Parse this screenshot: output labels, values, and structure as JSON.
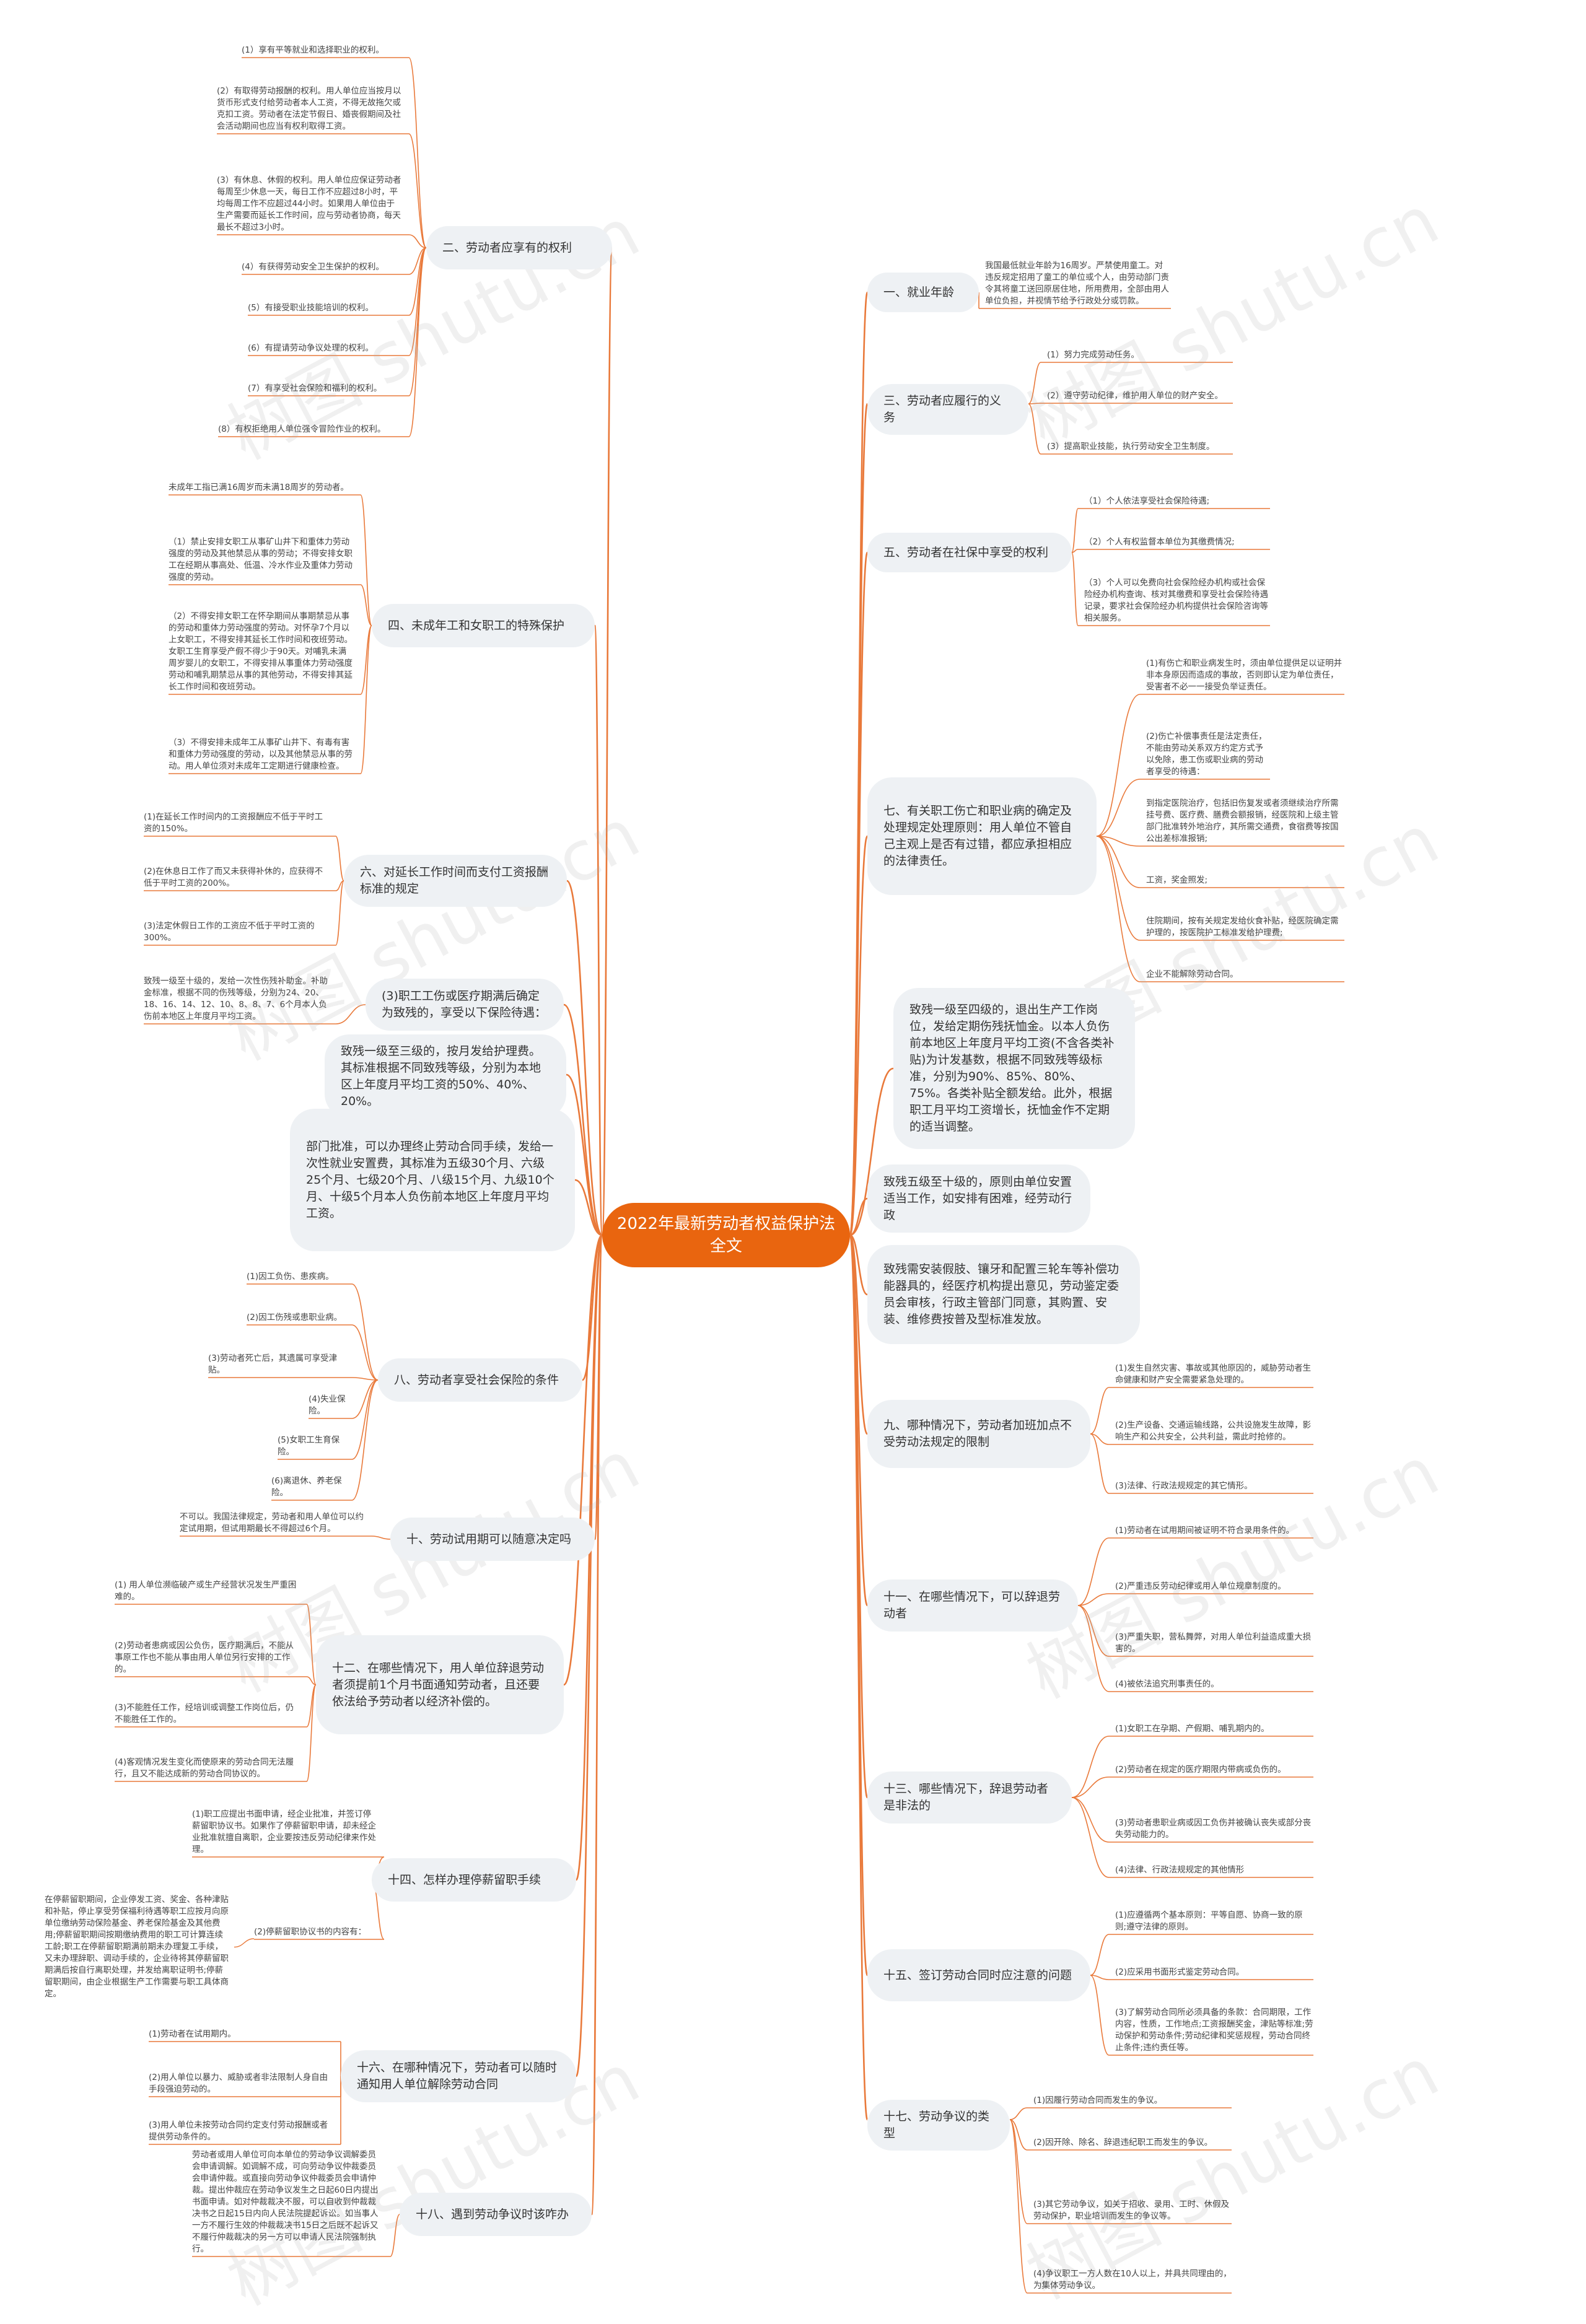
{
  "title": "2022年最新劳动者权益保护法全文",
  "watermark": "树图 shutu.cn",
  "colors": {
    "root_fill": "#e9650f",
    "branch_fill": "#eef1f4",
    "edge": "#e9793a",
    "leaf_line": "#e9793a"
  },
  "left_branches": [
    {
      "text": "二、劳动者应享有的权利",
      "children": [
        "(1）享有平等就业和选择职业的权利。",
        "(2）有取得劳动报酬的权利。用人单位应当按月以货币形式支付给劳动者本人工资，不得无故拖欠或克扣工资。劳动者在法定节假日、婚丧假期间及社会活动期间也应当有权利取得工资。",
        "(3）有休息、休假的权利。用人单位应保证劳动者每周至少休息一天，每日工作不应超过8小时，平均每周工作不应超过44小时。如果用人单位由于生产需要而延长工作时间，应与劳动者协商，每天最长不超过3小时。",
        "(4）有获得劳动安全卫生保护的权利。",
        "(5）有接受职业技能培训的权利。",
        "(6）有提请劳动争议处理的权利。",
        "(7）有享受社会保险和福利的权利。",
        "(8）有权拒绝用人单位强令冒险作业的权利。"
      ]
    },
    {
      "text": "四、未成年工和女职工的特殊保护",
      "children": [
        "未成年工指已满16周岁而未满18周岁的劳动者。",
        "（1）禁止安排女职工从事矿山井下和重体力劳动强度的劳动及其他禁忌从事的劳动；不得安排女职工在经期从事高处、低温、冷水作业及重体力劳动强度的劳动。",
        "（2）不得安排女职工在怀孕期间从事期禁忌从事的劳动和重体力劳动强度的劳动。对怀孕7个月以上女职工，不得安排其延长工作时间和夜班劳动。女职工生育享受产假不得少于90天。对哺乳未满周岁婴儿的女职工，不得安排从事重体力劳动强度劳动和哺乳期禁忌从事的其他劳动，不得安排其延长工作时间和夜班劳动。",
        "（3）不得安排未成年工从事矿山井下、有毒有害和重体力劳动强度的劳动，以及其他禁忌从事的劳动。用人单位须对未成年工定期进行健康检查。"
      ]
    },
    {
      "text": "六、对延长工作时间而支付工资报酬标准的规定",
      "children": [
        "(1)在延长工作时间内的工资报酬应不低于平时工资的150%。",
        "(2)在休息日工作了而又未获得补休的，应获得不低于平时工资的200%。",
        "(3)法定休假日工作的工资应不低于平时工资的300%。"
      ]
    },
    {
      "text": "(3)职工工伤或医疗期满后确定为致残的，享受以下保险待遇：",
      "children": [
        "致残一级至十级的，发给一次性伤残补助金。补助金标准，根据不同的伤残等级，分别为24、20、18、16、14、12、10、8、8、7、6个月本人负伤前本地区上年度月平均工资。"
      ]
    },
    {
      "text": "致残一级至三级的，按月发给护理费。其标准根据不同致残等级，分别为本地区上年度月平均工资的50%、40%、20%。",
      "children": []
    },
    {
      "text": "部门批准，可以办理终止劳动合同手续，发给一次性就业安置费，其标准为五级30个月、六级25个月、七级20个月、八级15个月、九级10个月、十级5个月本人负伤前本地区上年度月平均工资。",
      "children": []
    },
    {
      "text": "八、劳动者享受社会保险的条件",
      "children": [
        "(1)因工负伤、患疾病。",
        "(2)因工伤残或患职业病。",
        "(3)劳动者死亡后，其遗属可享受津贴。",
        "(4)失业保险。",
        "(5)女职工生育保险。",
        "(6)离退休、养老保险。"
      ]
    },
    {
      "text": "十、劳动试用期可以随意决定吗",
      "children": [
        "不可以。我国法律规定，劳动者和用人单位可以约定试用期，但试用期最长不得超过6个月。"
      ]
    },
    {
      "text": "十二、在哪些情况下，用人单位辞退劳动者须提前1个月书面通知劳动者，且还要依法给予劳动者以经济补偿的。",
      "children": [
        "(1) 用人单位濒临破产或生产经营状况发生严重困难的。",
        "(2)劳动者患病或因公负伤，医疗期满后，不能从事原工作也不能从事由用人单位另行安排的工作的。",
        "(3)不能胜任工作，经培训或调整工作岗位后，仍不能胜任工作的。",
        "(4)客观情况发生变化而使原来的劳动合同无法履行，且又不能达成新的劳动合同协议的。"
      ]
    },
    {
      "text": "十四、怎样办理停薪留职手续",
      "children": [
        "(1)职工应提出书面申请，经企业批准，并签订停薪留职协议书。如果作了停薪留职申请，却未经企业批准就擅自离职，企业要按违反劳动纪律来作处理。",
        "(2)停薪留职协议书的内容有："
      ]
    },
    {
      "text": "十六、在哪种情况下，劳动者可以随时通知用人单位解除劳动合同",
      "children": [
        "(1)劳动者在试用期内。",
        "(2)用人单位以暴力、威胁或者非法限制人身自由手段强迫劳动的。",
        "(3)用人单位未按劳动合同约定支付劳动报酬或者提供劳动条件的。"
      ]
    },
    {
      "text": "十八、遇到劳动争议时该咋办",
      "children": [
        "劳动者或用人单位可向本单位的劳动争议调解委员会申请调解。如调解不成，可向劳动争议仲裁委员会申请仲裁。或直接向劳动争议仲裁委员会申请仲裁。提出仲裁应在劳动争议发生之日起60日内提出书面申请。如对仲裁裁决不服，可以自收到仲裁裁决书之日起15日内向人民法院提起诉讼。如当事人一方不履行生效的仲裁裁决书15日之后既不起诉又不履行仲裁裁决的另一方可以申请人民法院强制执行。"
      ]
    }
  ],
  "sub_leaf": "在停薪留职期间，企业停发工资、奖金、各种津贴和补贴，停止享受劳保福利待遇等职工应按月向原单位缴纳劳动保险基金、养老保险基金及其他费用;停薪留职期间按期缴纳费用的职工可计算连续工龄;职工在停薪留职期满前期未办理复工手续，又未办理辞职、调动手续的，企业待将其停薪留职期满后按自行离职处理，并发给离职证明书;停薪留职期间，由企业根据生产工作需要与职工具体商定。",
  "right_branches": [
    {
      "text": "一、就业年龄",
      "children": [
        "我国最低就业年龄为16周岁。严禁使用童工。对违反规定招用了童工的单位或个人，由劳动部门责令其将童工送回原居住地，所用费用，全部由用人单位负担，并视情节给予行政处分或罚款。"
      ]
    },
    {
      "text": "三、劳动者应履行的义务",
      "children": [
        "(1）努力完成劳动任务。",
        "(2）遵守劳动纪律，维护用人单位的财产安全。",
        "(3）提高职业技能，执行劳动安全卫生制度。"
      ]
    },
    {
      "text": "五、劳动者在社保中享受的权利",
      "children": [
        "（1）个人依法享受社会保险待遇;",
        "（2）个人有权监督本单位为其缴费情况;",
        "（3）个人可以免费向社会保险经办机构或社会保险经办机构查询、核对其缴费和享受社会保险待遇记录，要求社会保险经办机构提供社会保险咨询等相关服务。"
      ]
    },
    {
      "text": "七、有关职工伤亡和职业病的确定及处理规定处理原则：用人单位不管自己主观上是否有过错，都应承担相应的法律责任。",
      "children": [
        "(1)有伤亡和职业病发生时，须由单位提供足以证明并非本身原因而造成的事故，否则即认定为单位责任，受害者不必一一接受负举证责任。",
        "(2)伤亡补偿事责任是法定责任，不能由劳动关系双方约定方式予以免除，患工伤或职业病的劳动者享受的待遇：",
        "到指定医院治疗，包括旧伤复发或者须继续治疗所需挂号费、医疗费、膳费会额报销，经医院和上级主管部门批准转外地治疗，其所需交通费，食宿费等按国公出差标准报销;",
        "工资，奖金照发;",
        "住院期间，按有关规定发给伙食补贴，经医院确定需护理的，按医院护工标准发给护理费;",
        "企业不能解除劳动合同。"
      ]
    },
    {
      "text": "致残一级至四级的，退出生产工作岗位，发给定期伤残抚恤金。以本人负伤前本地区上年度月平均工资(不含各类补贴)为计发基数，根据不同致残等级标准，分别为90%、85%、80%、75%。各类补贴全额发给。此外，根据职工月平均工资增长，抚恤金作不定期的适当调整。",
      "children": []
    },
    {
      "text": "致残五级至十级的，原则由单位安置适当工作，如安排有困难，经劳动行政",
      "children": []
    },
    {
      "text": "致残需安装假肢、镶牙和配置三轮车等补偿功能器具的，经医疗机构提出意见，劳动鉴定委员会审核，行政主管部门同意，其购置、安装、维修费按普及型标准发放。",
      "children": []
    },
    {
      "text": "九、哪种情况下，劳动者加班加点不受劳动法规定的限制",
      "children": [
        "(1)发生自然灾害、事故或其他原因的，威胁劳动者生命健康和财产安全需要紧急处理的。",
        "(2)生产设备、交通运输线路，公共设施发生故障，影响生产和公共安全，公共利益，需此时抢修的。",
        "(3)法律、行政法规规定的其它情形。"
      ]
    },
    {
      "text": "十一、在哪些情况下，可以辞退劳动者",
      "children": [
        "(1)劳动者在试用期间被证明不符合录用条件的。",
        "(2)严重违反劳动纪律或用人单位规章制度的。",
        "(3)严重失职，营私舞弊，对用人单位利益造成重大损害的。",
        "(4)被依法追究刑事责任的。"
      ]
    },
    {
      "text": "十三、哪些情况下，辞退劳动者是非法的",
      "children": [
        "(1)女职工在孕期、产假期、哺乳期内的。",
        "(2)劳动者在规定的医疗期限内带病或负伤的。",
        "(3)劳动者患职业病或因工负伤并被确认丧失或部分丧失劳动能力的。",
        "(4)法律、行政法规规定的其他情形"
      ]
    },
    {
      "text": "十五、签订劳动合同时应注意的问题",
      "children": [
        "(1)应遵循两个基本原则：平等自愿、协商一致的原则;遵守法律的原则。",
        "(2)应采用书面形式鉴定劳动合同。",
        "(3)了解劳动合同所必须具备的条款：合同期限，工作内容，性质，工作地点;工资报酬奖金，津贴等标准;劳动保护和劳动条件;劳动纪律和奖惩规程，劳动合同终止条件;违约责任等。"
      ]
    },
    {
      "text": "十七、劳动争议的类型",
      "children": [
        "(1)因履行劳动合同而发生的争议。",
        "(2)因开除、除名、辞退违纪职工而发生的争议。",
        "(3)其它劳动争议，如关于招收、录用、工时、休假及劳动保护，职业培训而发生的争议等。",
        "(4)争议职工一方人数在10人以上，并具共同理由的，为集体劳动争议。"
      ]
    }
  ]
}
